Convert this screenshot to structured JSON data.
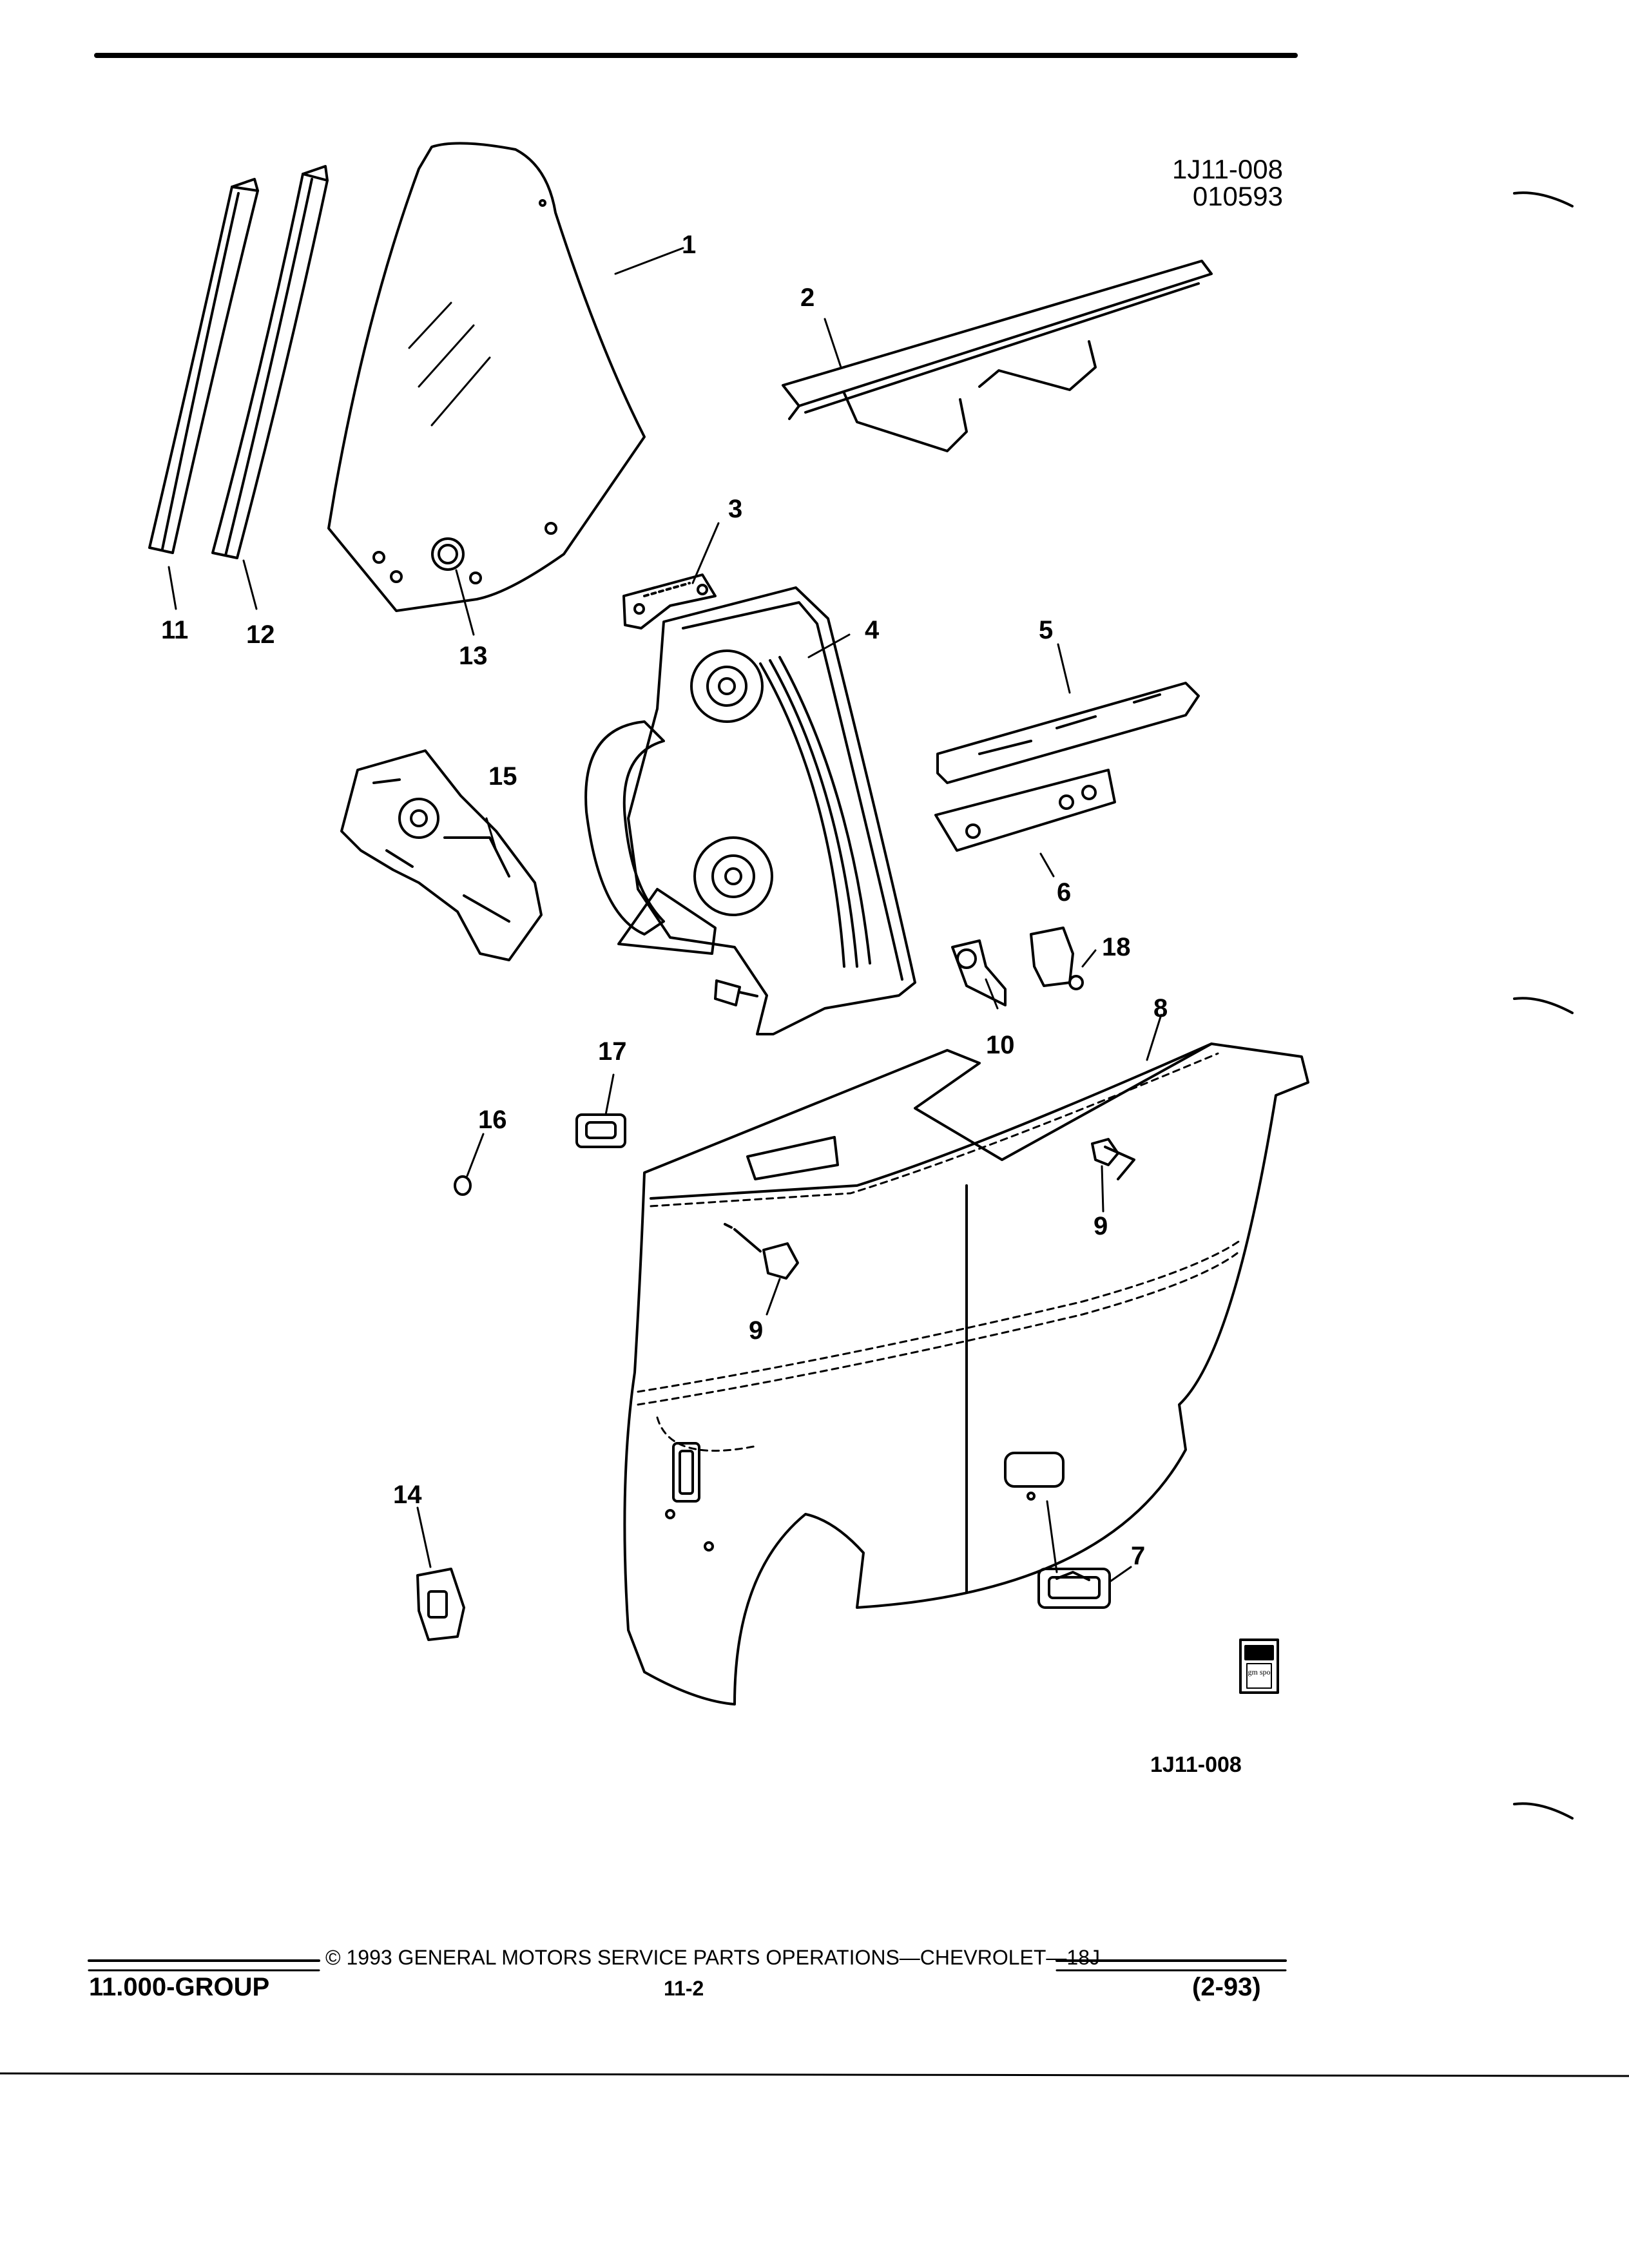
{
  "header": {
    "drawing_code": "1J11-008",
    "date_code": "010593"
  },
  "diagram": {
    "callouts": [
      "1",
      "2",
      "3",
      "4",
      "5",
      "6",
      "7",
      "8",
      "9",
      "9",
      "10",
      "11",
      "12",
      "13",
      "14",
      "15",
      "16",
      "17",
      "18"
    ],
    "figure_id": "1J11-008",
    "logo_text": "gm spo"
  },
  "footer": {
    "copyright": "© 1993 GENERAL MOTORS SERVICE PARTS OPERATIONS—CHEVROLET—18J",
    "group": "11.000-GROUP",
    "page": "11-2",
    "revision": "(2-93)"
  }
}
